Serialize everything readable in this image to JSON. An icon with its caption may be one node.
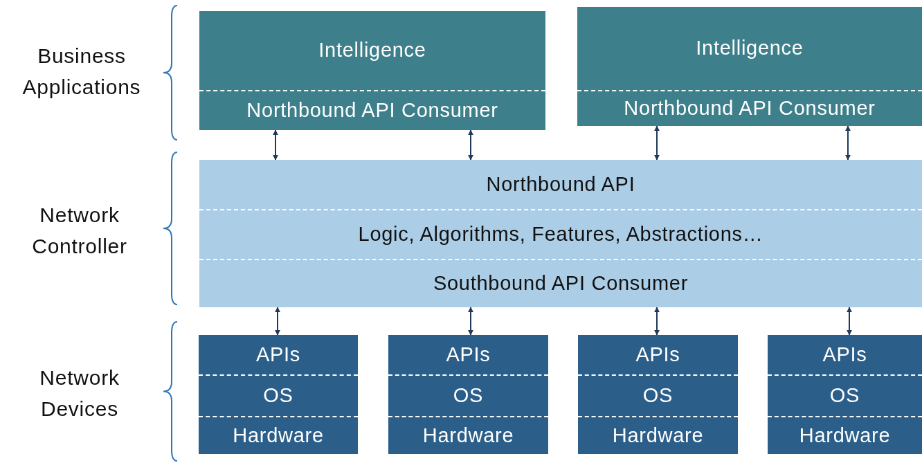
{
  "diagram": {
    "nodes": [
      {
        "text": [
          "Intelligence",
          "Northbound API Consumer"
        ]
      },
      {
        "text": [
          "Intelligence",
          "Northbound API Consumer"
        ]
      },
      {
        "text": [
          "Northbound API",
          "Logic, Algorithms, Features, Abstractions…",
          "Southbound API Consumer"
        ]
      },
      {
        "text": [
          "APIs",
          "OS",
          "Hardware"
        ]
      },
      {
        "text": [
          "APIs",
          "OS",
          "Hardware"
        ]
      },
      {
        "text": [
          "APIs",
          "OS",
          "Hardware"
        ]
      },
      {
        "text": [
          "APIs",
          "OS",
          "Hardware"
        ]
      }
    ],
    "edges": [
      {
        "from": 0,
        "to": 2,
        "arrow": "both"
      },
      {
        "from": 0,
        "to": 2,
        "arrow": "both"
      },
      {
        "from": 1,
        "to": 2,
        "arrow": "both"
      },
      {
        "from": 1,
        "to": 2,
        "arrow": "both"
      },
      {
        "from": 2,
        "to": 3,
        "arrow": "both"
      },
      {
        "from": 2,
        "to": 4,
        "arrow": "both"
      },
      {
        "from": 2,
        "to": 5,
        "arrow": "both"
      },
      {
        "from": 2,
        "to": 6,
        "arrow": "both"
      }
    ],
    "labels": [
      "Business Applications",
      "Network Controller",
      "Network Devices"
    ]
  }
}
